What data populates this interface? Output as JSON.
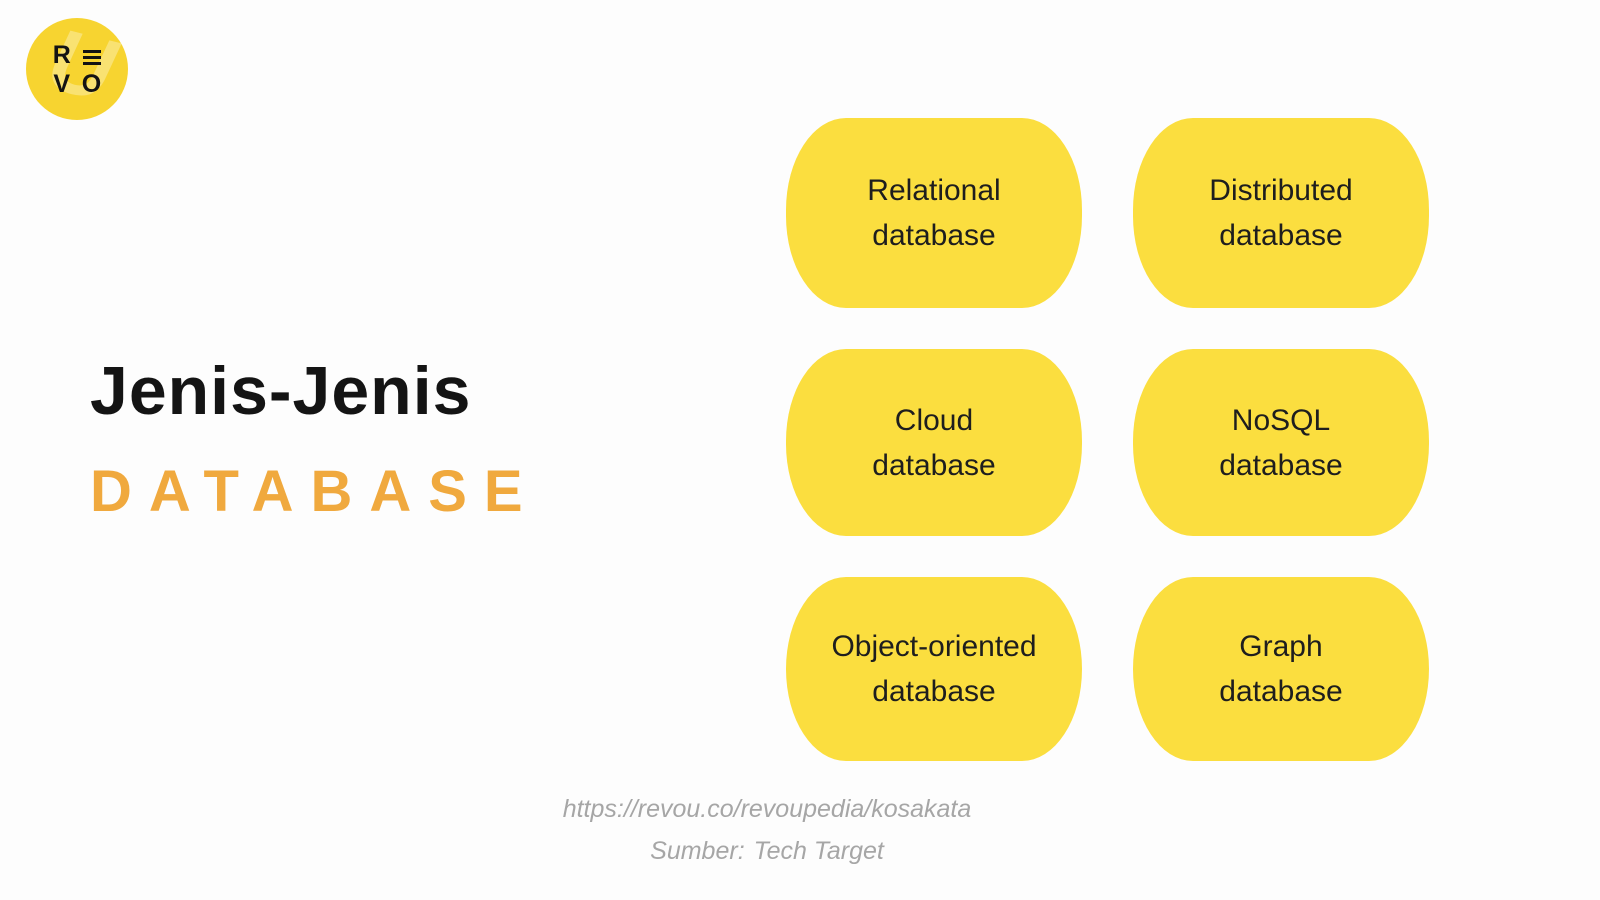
{
  "colors": {
    "background": "#FDFDFD",
    "pill_yellow": "#FBDE3F",
    "logo_yellow": "#F7D430",
    "accent_orange": "#F0A93E",
    "title_black": "#141414",
    "pill_text": "#1E1E1E",
    "footer_gray": "#A6A6A6"
  },
  "logo": {
    "watermark_letter": "U",
    "letter_r": "R",
    "letter_v": "V",
    "letter_o": "O"
  },
  "headline": {
    "title": "Jenis-Jenis",
    "subtitle": "DATABASE"
  },
  "cards": [
    {
      "lines": [
        "Relational",
        "database"
      ]
    },
    {
      "lines": [
        "Distributed",
        "database"
      ]
    },
    {
      "lines": [
        "Cloud",
        "database"
      ]
    },
    {
      "lines": [
        "NoSQL",
        "database"
      ]
    },
    {
      "lines": [
        "Object-oriented",
        "database"
      ]
    },
    {
      "lines": [
        "Graph",
        "database"
      ]
    }
  ],
  "footer": {
    "url": "https://revou.co/revoupedia/kosakata",
    "source_label": "Sumber:",
    "source_value": "Tech Target"
  }
}
